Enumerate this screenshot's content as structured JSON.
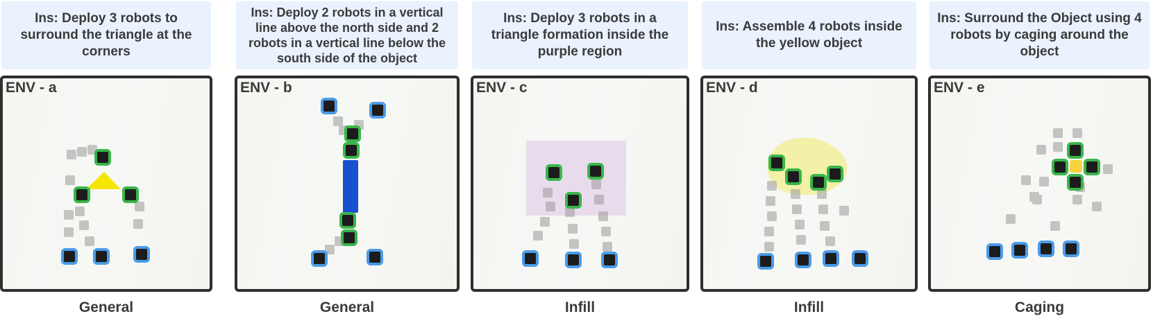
{
  "panels": [
    {
      "instruction": "Ins: Deploy 3 robots to surround the triangle at the corners",
      "env": "ENV - a",
      "category": "General"
    },
    {
      "instruction": "Ins: Deploy 2 robots in a vertical line above the north side and 2 robots in a vertical line below the south side of the object",
      "env": "ENV - b",
      "category": "General"
    },
    {
      "instruction": "Ins: Deploy 3 robots in a triangle formation inside the purple region",
      "env": "ENV - c",
      "category": "Infill"
    },
    {
      "instruction": "Ins: Assemble 4 robots inside the yellow object",
      "env": "ENV - d",
      "category": "Infill"
    },
    {
      "instruction": "Ins: Surround the Object using 4 robots by caging around the object",
      "env": "ENV - e",
      "category": "Caging"
    }
  ],
  "colors": {
    "instruction_bg": "#e9f2fd",
    "frame": "#2e2e2e",
    "start_robot_outline": "#4a9be8",
    "goal_robot_outline": "#39b54a",
    "trail_robot": "#9a9a9a",
    "triangle_object": "#f5e600",
    "rod_object": "#1a4fd0",
    "purple_region": "#e8dcec",
    "yellow_region": "#f3f0a8",
    "caging_object": "#f7d23a"
  }
}
